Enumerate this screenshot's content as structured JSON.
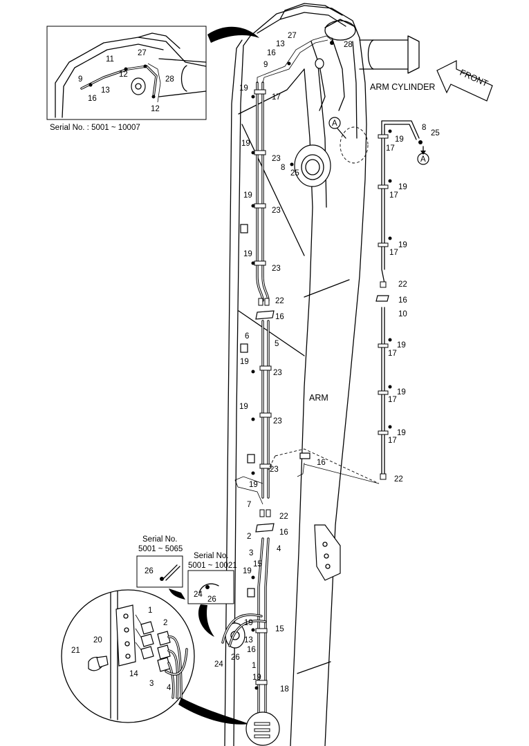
{
  "labels": {
    "arm_cylinder": "ARM CYLINDER",
    "front": "FRONT",
    "arm": "ARM",
    "marker_a": "A"
  },
  "captions": {
    "inset_top": "Serial No. : 5001 ~ 10007",
    "serial_a_line1": "Serial No.",
    "serial_a_line2": "5001 ~ 5065",
    "serial_b_line1": "Serial No.",
    "serial_b_line2": "5001 ~ 10021"
  },
  "callouts": {
    "inset_top": [
      "11",
      "27",
      "9",
      "12",
      "28",
      "13",
      "16",
      "12"
    ],
    "top_main": [
      "27",
      "13",
      "16",
      "28",
      "9",
      "19",
      "17"
    ],
    "main_upper": [
      "19",
      "23",
      "8",
      "25",
      "19",
      "23",
      "19",
      "23",
      "22",
      "16",
      "6",
      "5",
      "19",
      "23",
      "19",
      "23",
      "23",
      "19"
    ],
    "main_lower": [
      "7",
      "22",
      "2",
      "16",
      "3",
      "4",
      "15",
      "19",
      "19",
      "15",
      "13",
      "16",
      "24",
      "26",
      "1",
      "19",
      "18"
    ],
    "side_pipe": [
      "8",
      "25",
      "19",
      "17",
      "19",
      "17",
      "19",
      "17",
      "22",
      "16",
      "10",
      "19",
      "17",
      "19",
      "17",
      "19",
      "17",
      "16",
      "22"
    ],
    "serial_a_box": [
      "26"
    ],
    "serial_b_box": [
      "24",
      "26"
    ],
    "detail_circle": [
      "1",
      "2",
      "20",
      "21",
      "14",
      "3",
      "4"
    ]
  }
}
